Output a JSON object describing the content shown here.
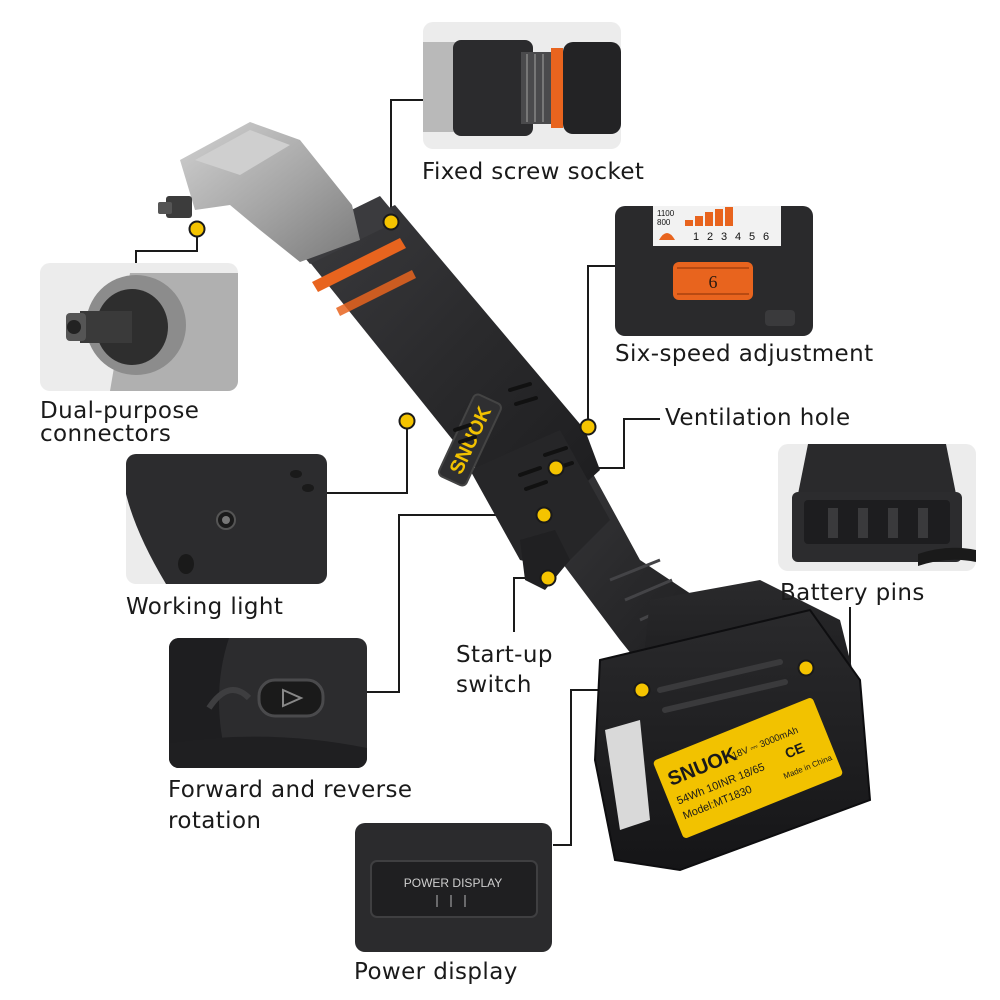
{
  "features": {
    "fixed_socket": "Fixed screw socket",
    "six_speed": "Six-speed adjustment",
    "dual_connectors_line1": "Dual-purpose",
    "dual_connectors_line2": "connectors",
    "ventilation": "Ventilation hole",
    "working_light": "Working light",
    "battery_pins": "Battery pins",
    "startup_line1": "Start-up",
    "startup_line2": "switch",
    "rotation_line1": "Forward and reverse",
    "rotation_line2": "rotation",
    "power_display": "Power display"
  },
  "product": {
    "brand": "SNUOK",
    "battery_brand": "SNUOK",
    "battery_spec_line1": "18V ⎓ 3000mAh",
    "battery_spec_line2": "54Wh 10INR 18/65",
    "battery_model": "Model:MT1830",
    "battery_origin": "Made in China",
    "battery_mark": "CE",
    "power_display_panel": "POWER DISPLAY",
    "speed_dial_numbers": [
      "1",
      "2",
      "3",
      "4",
      "5",
      "6"
    ],
    "speed_scale_labels": [
      "1100",
      "800"
    ],
    "speed_wheel_value": "6"
  },
  "colors": {
    "callout_dot": "#f5c400",
    "callout_line": "#1a1a1a",
    "accent_orange": "#e8641e",
    "brand_yellow": "#f2c200",
    "tool_body": "#2b2b2d",
    "tool_head": "#a8a8a8",
    "thumb_background": "#ececec"
  }
}
